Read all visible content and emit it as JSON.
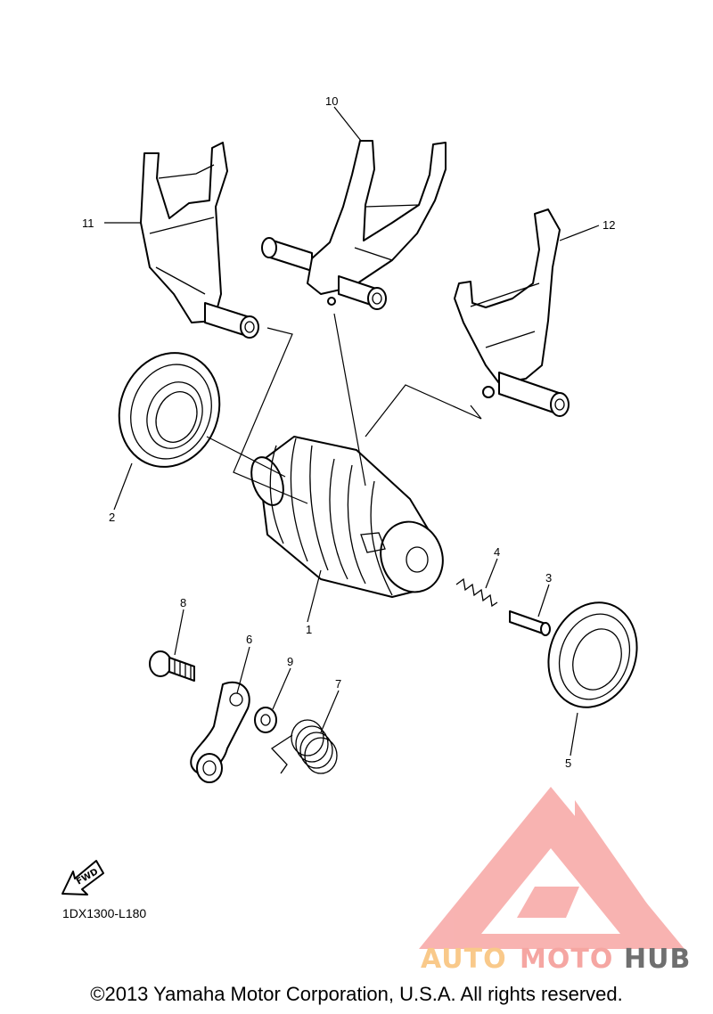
{
  "diagram": {
    "callouts": {
      "c1": "1",
      "c2": "2",
      "c3": "3",
      "c4": "4",
      "c5": "5",
      "c6": "6",
      "c7": "7",
      "c8": "8",
      "c9": "9",
      "c10": "10",
      "c11": "11",
      "c12": "12"
    },
    "fwd_label": "FWD",
    "diagram_code": "1DX1300-L180",
    "copyright": "©2013 Yamaha Motor Corporation, U.S.A. All rights reserved."
  },
  "watermark": {
    "part1": "AUTO",
    "part2": "MOTO",
    "part3": "HUB",
    "colors": {
      "auto": "#f9c98a",
      "moto": "#f5a6a2",
      "hub": "#6f6f6f",
      "logo": "#f7a6a4"
    }
  }
}
